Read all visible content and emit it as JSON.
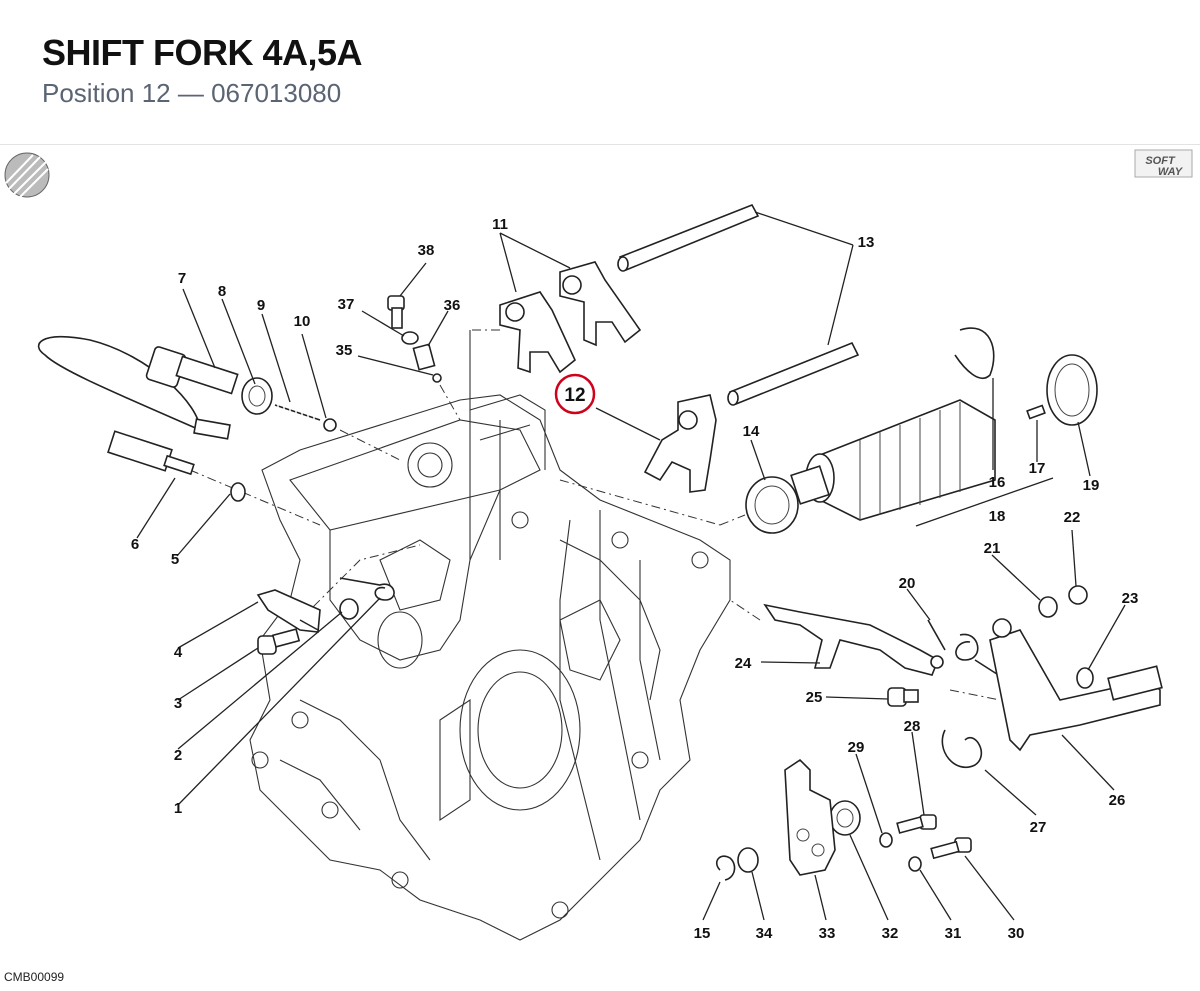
{
  "header": {
    "title": "SHIFT FORK 4A,5A",
    "subtitle": "Position 12 — 067013080"
  },
  "footer": {
    "code": "CMB00099"
  },
  "logo": {
    "text_top": "SOFT",
    "text_bottom": "WAY"
  },
  "highlight": {
    "label": "12",
    "color": "#d0021b"
  },
  "callouts": [
    "1",
    "2",
    "3",
    "4",
    "5",
    "6",
    "7",
    "8",
    "9",
    "10",
    "11",
    "13",
    "14",
    "15",
    "16",
    "17",
    "18",
    "19",
    "20",
    "21",
    "22",
    "23",
    "24",
    "25",
    "26",
    "27",
    "28",
    "29",
    "30",
    "31",
    "32",
    "33",
    "34",
    "35",
    "36",
    "37",
    "38"
  ]
}
